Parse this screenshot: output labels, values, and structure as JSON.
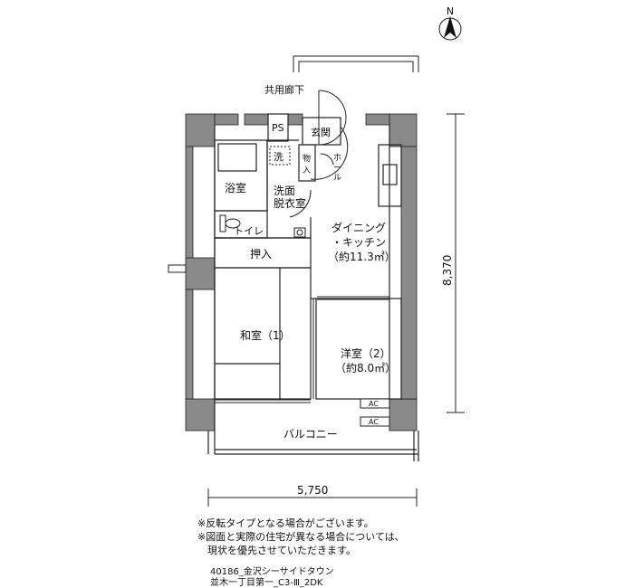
{
  "rooms": {
    "corridor": "共用廊下",
    "ps": "PS",
    "entrance": "玄関",
    "wash_machine": "洗",
    "storage_top": "物",
    "storage_bottom": "入",
    "hall_top": "ホ",
    "hall_mid": "ー",
    "hall_bottom": "ル",
    "bath": "浴室",
    "washroom_line1": "洗面",
    "washroom_line2": "脱衣室",
    "toilet": "トイレ",
    "dk_line1": "ダイニング",
    "dk_line2": "・キッチン",
    "dk_line3": "（約11.3㎡）",
    "closet": "押入",
    "japanese_room": "和室（1）",
    "western_room_line1": "洋室（2）",
    "western_room_line2": "（約8.0㎡）",
    "ac1": "AC",
    "ac2": "AC",
    "balcony": "バルコニー"
  },
  "compass": {
    "north": "N"
  },
  "dimensions": {
    "width": "5,750",
    "height": "8,370"
  },
  "notes": [
    "※反転タイプとなる場合がございます。",
    "※図面と実際の住宅が異なる場合については、",
    "　現状を優先させていただきます。"
  ],
  "caption": {
    "line1": "40186_金沢シーサイドタウン",
    "line2": "並木一丁目第一_C3-Ⅲ_2DK"
  },
  "colors": {
    "wall": "#8a8a8a",
    "line": "#222222"
  }
}
